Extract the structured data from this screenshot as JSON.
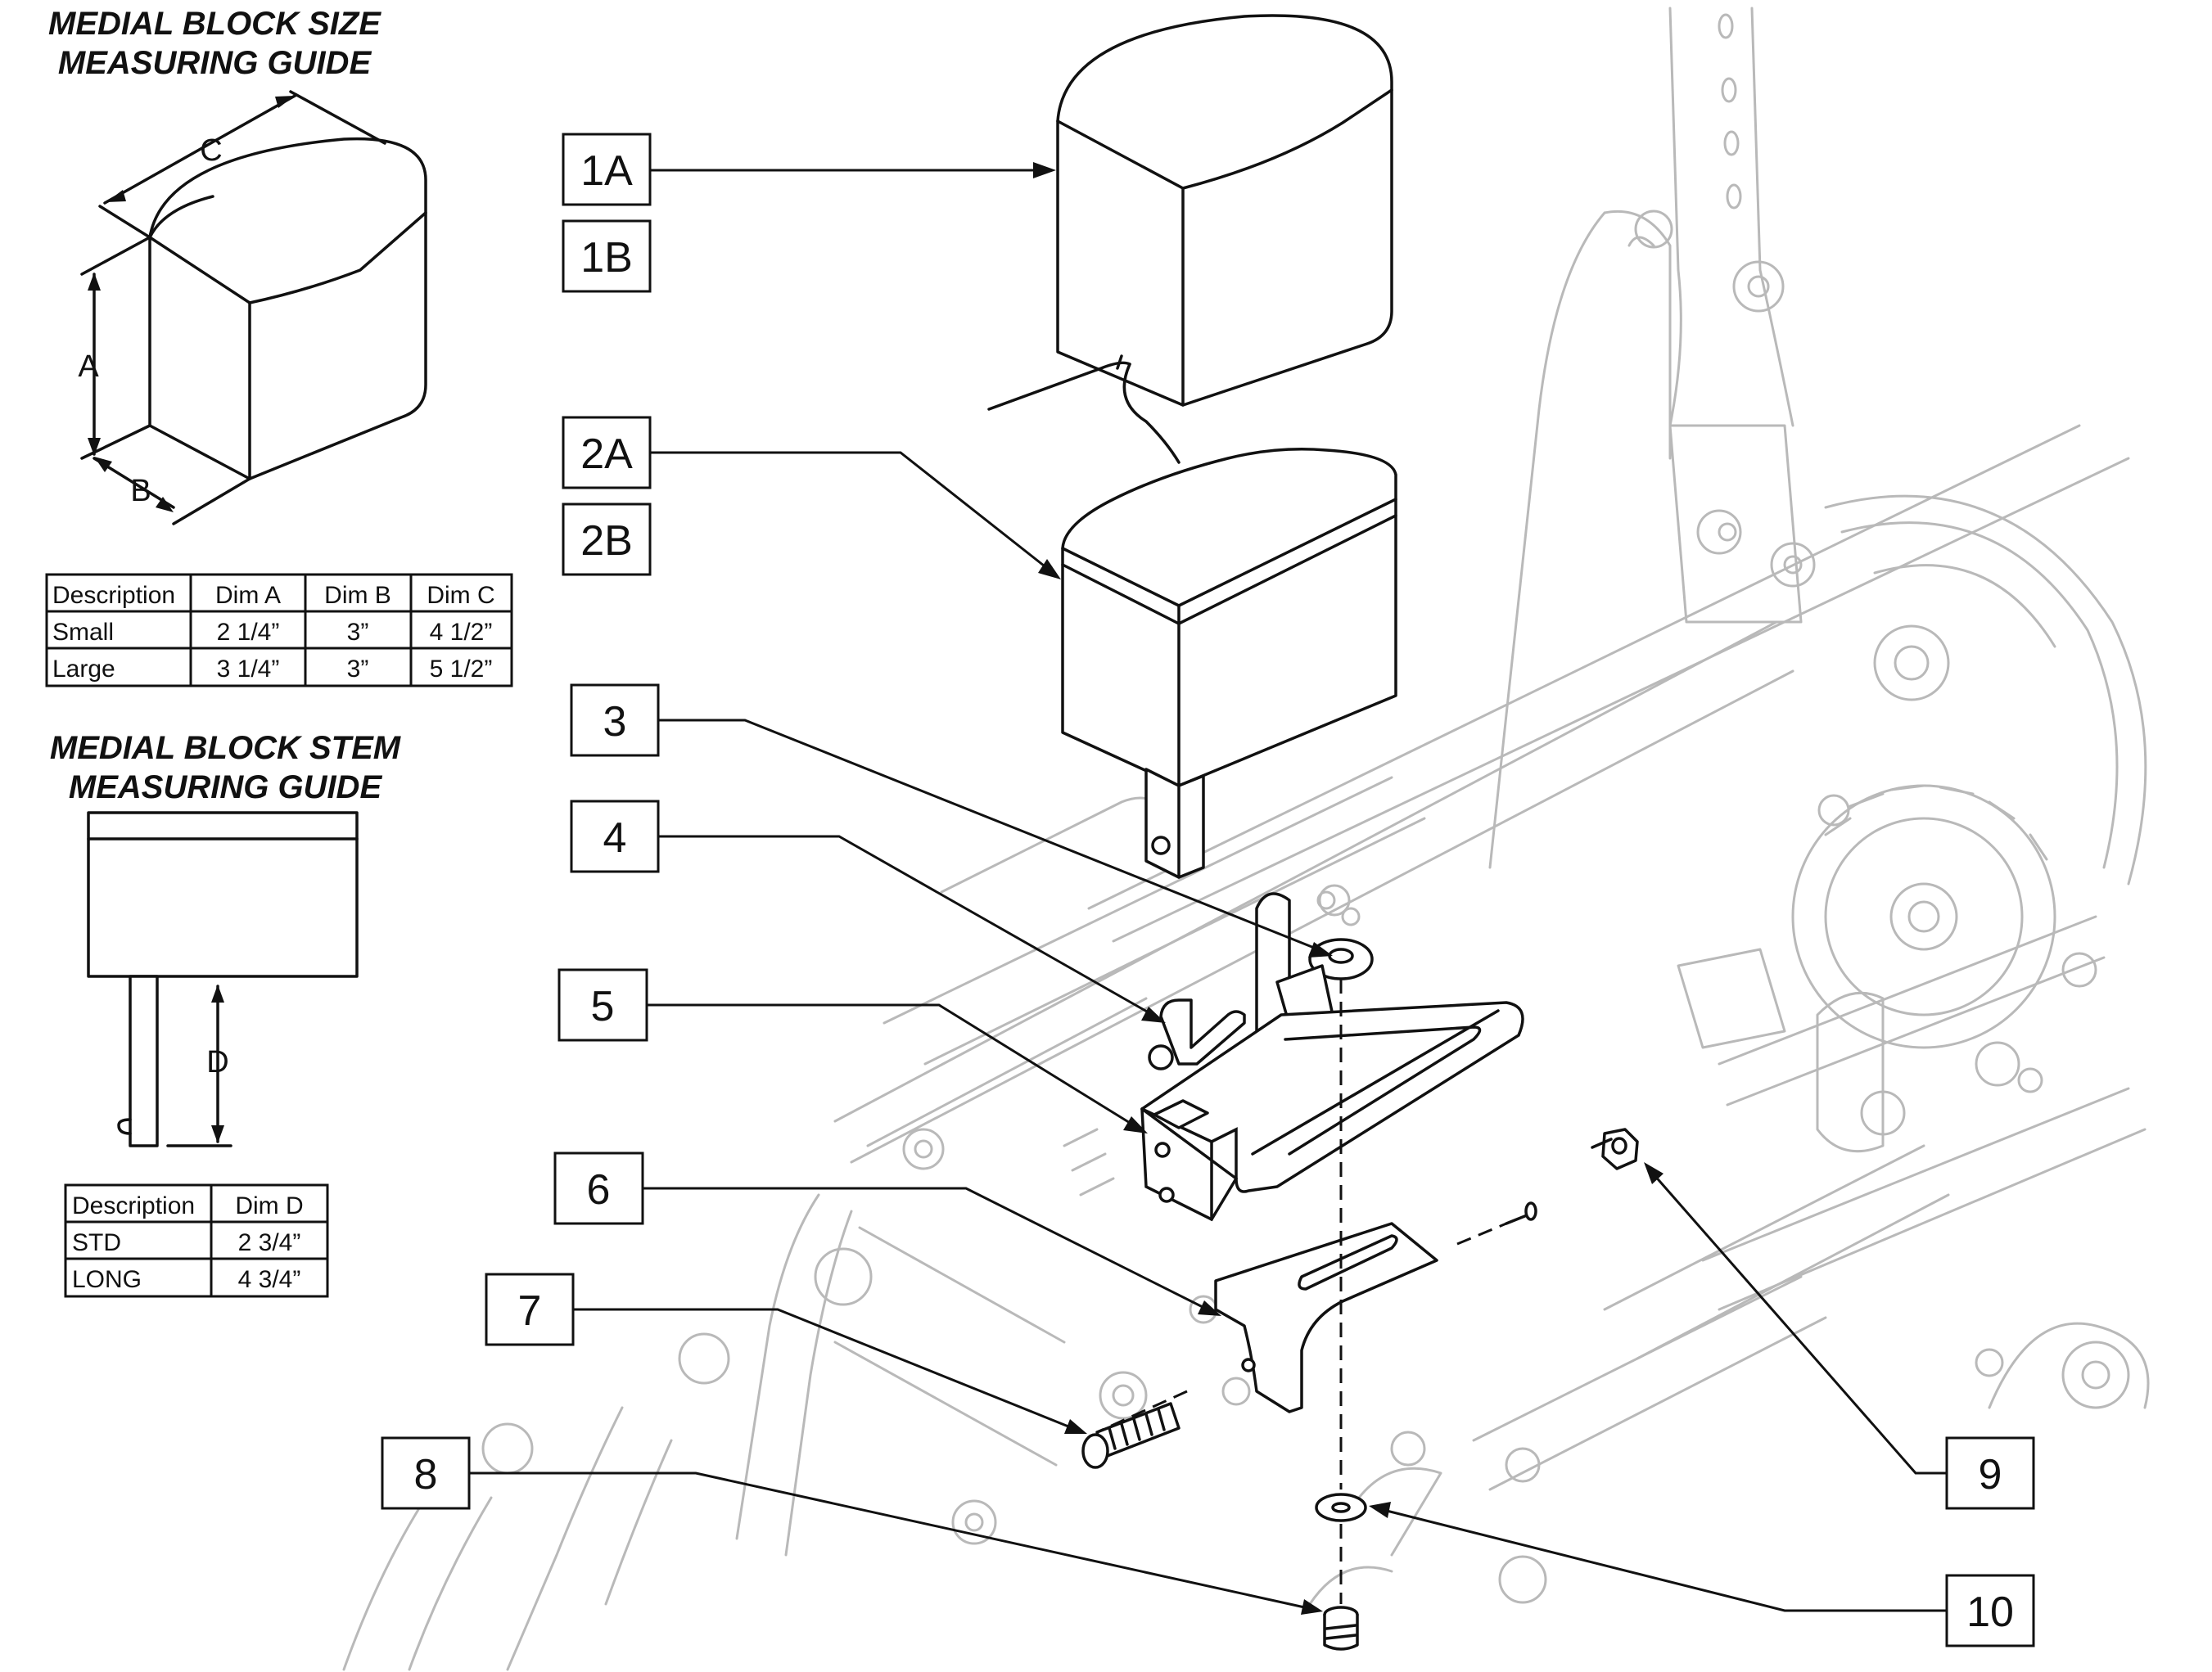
{
  "size_guide": {
    "title_line1": "MEDIAL BLOCK SIZE",
    "title_line2": "MEASURING GUIDE",
    "dim_labels": {
      "a": "A",
      "b": "B",
      "c": "C"
    },
    "table": {
      "headers": [
        "Description",
        "Dim A",
        "Dim B",
        "Dim C"
      ],
      "rows": [
        [
          "Small",
          "2 1/4”",
          "3”",
          "4 1/2”"
        ],
        [
          "Large",
          "3 1/4”",
          "3”",
          "5 1/2”"
        ]
      ]
    }
  },
  "stem_guide": {
    "title_line1": "MEDIAL BLOCK STEM",
    "title_line2": "MEASURING GUIDE",
    "dim_label": "D",
    "table": {
      "headers": [
        "Description",
        "Dim D"
      ],
      "rows": [
        [
          "STD",
          "2 3/4”"
        ],
        [
          "LONG",
          "4 3/4”"
        ]
      ]
    }
  },
  "callouts": [
    "1A",
    "1B",
    "2A",
    "2B",
    "3",
    "4",
    "5",
    "6",
    "7",
    "8",
    "9",
    "10"
  ],
  "colors": {
    "line": "#111111",
    "ghost": "#b9b9b9",
    "background": "#ffffff"
  }
}
